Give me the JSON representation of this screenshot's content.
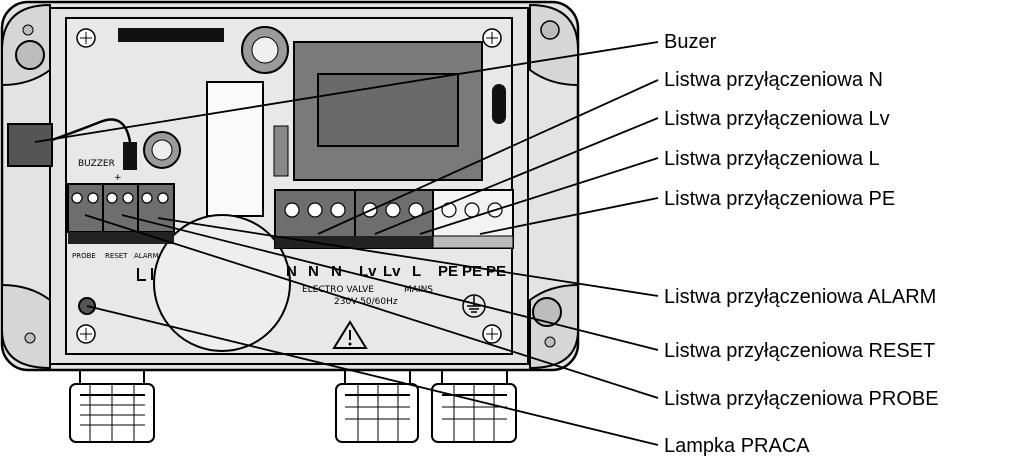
{
  "callouts": [
    {
      "id": "buzer",
      "label": "Buzer"
    },
    {
      "id": "n",
      "label": "Listwa przyłączeniowa N"
    },
    {
      "id": "lv",
      "label": "Listwa przyłączeniowa Lv"
    },
    {
      "id": "l",
      "label": "Listwa przyłączeniowa L"
    },
    {
      "id": "pe",
      "label": "Listwa przyłączeniowa PE"
    },
    {
      "id": "alarm",
      "label": "Listwa przyłączeniowa ALARM"
    },
    {
      "id": "reset",
      "label": "Listwa przyłączeniowa RESET"
    },
    {
      "id": "probe",
      "label": "Listwa przyłączeniowa PROBE"
    },
    {
      "id": "praca",
      "label": "Lampka PRACA"
    }
  ],
  "board": {
    "buzzer_label": "BUZZER",
    "plus": "+",
    "probe": "PROBE",
    "reset": "RESET",
    "alarm": "ALARM",
    "terminals": [
      "N",
      "N",
      "N",
      "Lv",
      "Lv",
      "L",
      "PE",
      "PE",
      "PE"
    ],
    "electro_valve": "ELECTRO VALVE",
    "mains": "MAINS",
    "voltage": "230V 50/60Hz"
  }
}
